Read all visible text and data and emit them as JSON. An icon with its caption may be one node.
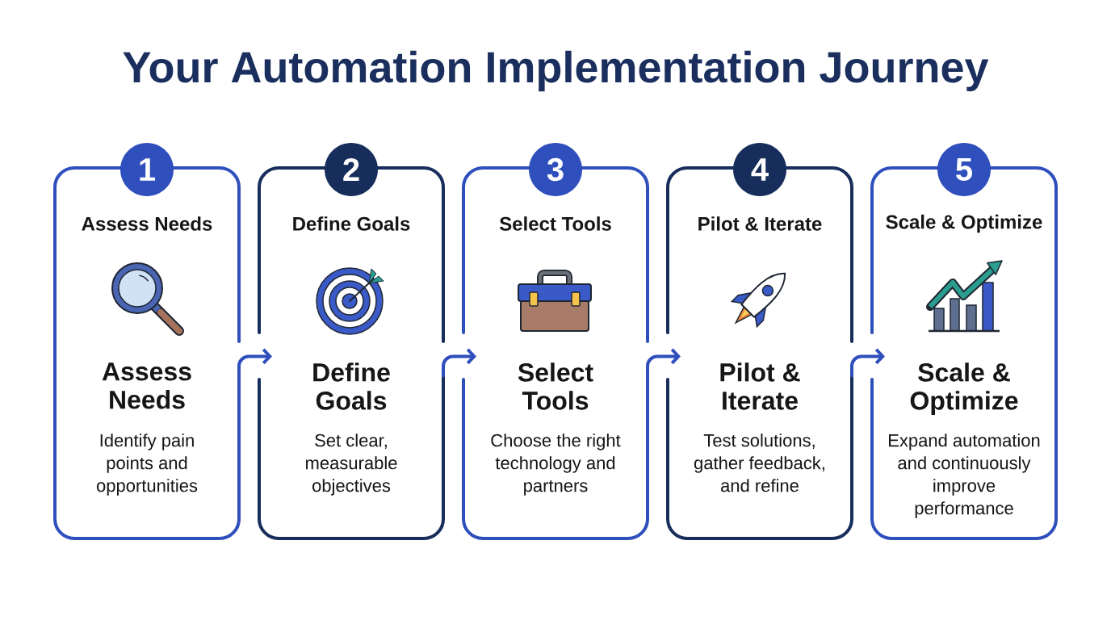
{
  "diagram": {
    "title": "Your Automation Implementation Journey",
    "nodes": [
      {
        "text": [
          "1"
        ]
      },
      {
        "text": [
          "Assess Needs",
          "Assess Needs",
          "Identify pain points and opportunities"
        ]
      },
      {
        "text": [
          "2"
        ]
      },
      {
        "text": [
          "Define Goals",
          "Define Goals",
          "Set clear, measurable objectives"
        ]
      },
      {
        "text": [
          "3"
        ]
      },
      {
        "text": [
          "Select Tools",
          "Select Tools",
          "Choose the right technology and partners"
        ]
      },
      {
        "text": [
          "4"
        ]
      },
      {
        "text": [
          "Pilot & Iterate",
          "Pilot & Iterate",
          "Test solutions, gather feedback, and refine"
        ]
      },
      {
        "text": [
          "5"
        ]
      },
      {
        "text": [
          "Scale & Optimize",
          "Scale & Optimize",
          "Expand automation and continuously improve performance"
        ]
      }
    ],
    "edges": [
      {
        "from": 1,
        "to": 3,
        "arrow": "to"
      },
      {
        "from": 3,
        "to": 5,
        "arrow": "to"
      },
      {
        "from": 5,
        "to": 7,
        "arrow": "to"
      },
      {
        "from": 7,
        "to": 9,
        "arrow": "to"
      }
    ]
  }
}
